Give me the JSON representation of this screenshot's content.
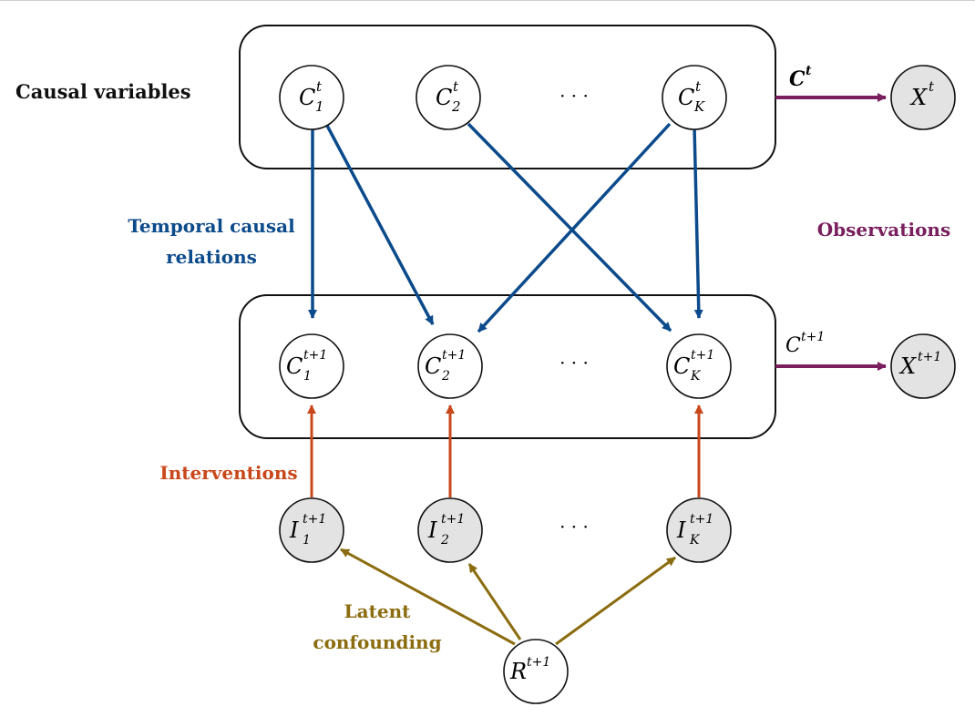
{
  "colors": {
    "causal": "#0b4a8b",
    "observation": "#7a1f5e",
    "intervention": "#c9481b",
    "confounding": "#8b6c0f",
    "latent_fill": "#e3e3e3",
    "node_stroke": "#111111"
  },
  "labels": {
    "causal_variables": "Causal variables",
    "temporal_line1": "Temporal causal",
    "temporal_line2": "relations",
    "observations": "Observations",
    "interventions": "Interventions",
    "latent_line1": "Latent",
    "latent_line2": "confounding",
    "c_t": "C",
    "c_t_sup": "t",
    "c_t1": "C",
    "c_t1_sup": "t+1"
  },
  "nodes": {
    "c1_t": {
      "base": "C",
      "sup": "t",
      "sub": "1"
    },
    "c2_t": {
      "base": "C",
      "sup": "t",
      "sub": "2"
    },
    "ck_t": {
      "base": "C",
      "sup": "t",
      "sub": "K"
    },
    "x_t": {
      "base": "X",
      "sup": "t",
      "sub": ""
    },
    "c1_t1": {
      "base": "C",
      "sup": "t+1",
      "sub": "1"
    },
    "c2_t1": {
      "base": "C",
      "sup": "t+1",
      "sub": "2"
    },
    "ck_t1": {
      "base": "C",
      "sup": "t+1",
      "sub": "K"
    },
    "x_t1": {
      "base": "X",
      "sup": "t+1",
      "sub": ""
    },
    "i1": {
      "base": "I",
      "sup": "t+1",
      "sub": "1"
    },
    "i2": {
      "base": "I",
      "sup": "t+1",
      "sub": "2"
    },
    "ik": {
      "base": "I",
      "sup": "t+1",
      "sub": "K"
    },
    "r": {
      "base": "R",
      "sup": "t+1",
      "sub": ""
    }
  },
  "ellipsis": "· · ·"
}
